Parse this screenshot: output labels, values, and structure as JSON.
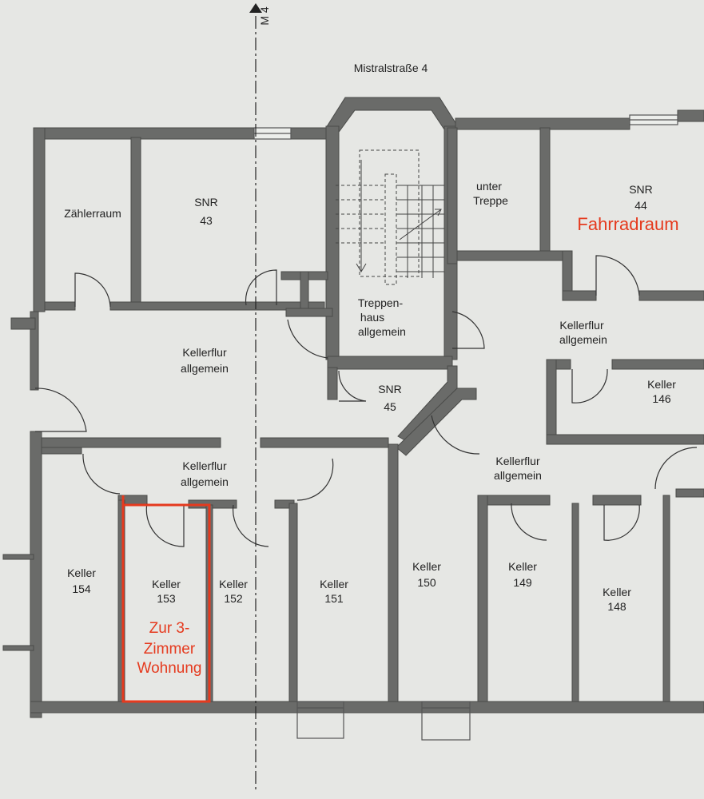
{
  "street": "Mistralstraße 4",
  "axis_label": "M 4",
  "rooms": {
    "zaehlerraum": {
      "name": "Zählerraum"
    },
    "snr43": {
      "name": "SNR",
      "number": "43"
    },
    "treppenhaus": {
      "line1": "Treppen-",
      "line2": "haus",
      "line3": "allgemein"
    },
    "unter_treppe": {
      "line1": "unter",
      "line2": "Treppe"
    },
    "snr44": {
      "name": "SNR",
      "number": "44"
    },
    "kellerflur_1": {
      "line1": "Kellerflur",
      "line2": "allgemein"
    },
    "kellerflur_2": {
      "line1": "Kellerflur",
      "line2": "allgemein"
    },
    "kellerflur_3": {
      "line1": "Kellerflur",
      "line2": "allgemein"
    },
    "kellerflur_4": {
      "line1": "Kellerflur",
      "line2": "allgemein"
    },
    "snr45": {
      "name": "SNR",
      "number": "45"
    },
    "keller146": {
      "name": "Keller",
      "number": "146"
    },
    "keller154": {
      "name": "Keller",
      "number": "154"
    },
    "keller153": {
      "name": "Keller",
      "number": "153"
    },
    "keller152": {
      "name": "Keller",
      "number": "152"
    },
    "keller151": {
      "name": "Keller",
      "number": "151"
    },
    "keller150": {
      "name": "Keller",
      "number": "150"
    },
    "keller149": {
      "name": "Keller",
      "number": "149"
    },
    "keller148": {
      "name": "Keller",
      "number": "148"
    }
  },
  "annotations": {
    "fahrradraum": "Fahrradraum",
    "wohnung_line1": "Zur 3-",
    "wohnung_line2": "Zimmer",
    "wohnung_line3": "Wohnung"
  },
  "colors": {
    "wall": "#6a6b69",
    "paper": "#e6e7e4",
    "annotation": "#e53a1e"
  }
}
